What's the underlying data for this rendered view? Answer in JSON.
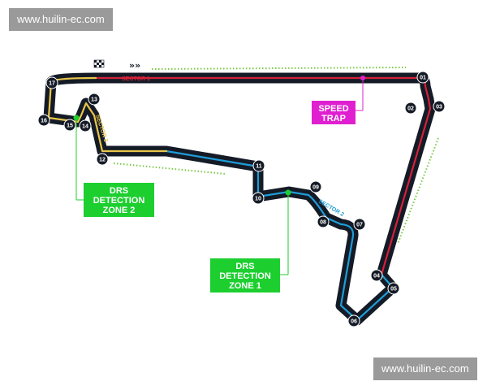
{
  "watermarks": {
    "top": "www.huilin-ec.com",
    "bottom": "www.huilin-ec.com"
  },
  "colors": {
    "track": "#151b26",
    "sector1": "#d6203a",
    "sector2": "#1e9cd7",
    "sector3": "#e8c64a",
    "drs_box": "#1ccf2f",
    "speed_trap": "#e020d0",
    "drs_zone_dots": "#7ac943"
  },
  "sectors": {
    "s1": "SECTOR 1",
    "s2": "SECTOR 2",
    "s3": "SECTOR 3"
  },
  "corners": [
    "01",
    "02",
    "03",
    "04",
    "05",
    "06",
    "07",
    "08",
    "09",
    "10",
    "11",
    "12",
    "13",
    "14",
    "15",
    "16",
    "17"
  ],
  "labels": {
    "speed_trap": [
      "SPEED",
      "TRAP"
    ],
    "drs_zone_2": [
      "DRS",
      "DETECTION",
      "ZONE 2"
    ],
    "drs_zone_1": [
      "DRS",
      "DETECTION",
      "ZONE 1"
    ]
  },
  "icons": {
    "start": "chequered-flag-icon",
    "direction": "direction-chevrons-icon"
  }
}
